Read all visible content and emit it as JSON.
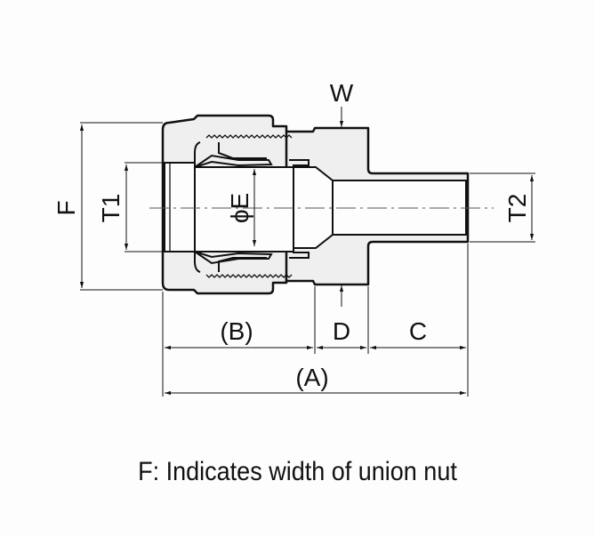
{
  "diagram": {
    "subject": "union nut fitting cross-section",
    "labels": {
      "W": "W",
      "F": "F",
      "T1": "T1",
      "T2": "T2",
      "E": "ϕE",
      "B": "(B)",
      "D": "D",
      "C": "C",
      "A": "(A)"
    },
    "colors": {
      "body_fill": "#efefef",
      "outline": "#111111",
      "background": "#fdfdfd"
    }
  },
  "caption": "F: Indicates width of union nut"
}
